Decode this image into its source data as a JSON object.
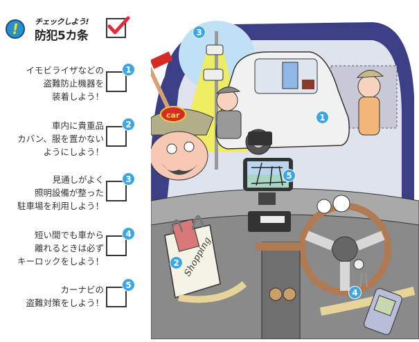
{
  "header": {
    "alert_icon": "exclamation-circle-icon",
    "subtitle": "チェックしよう!",
    "title": "防犯5カ条",
    "check_icon": "checkmark-box-icon",
    "colors": {
      "alert_blue": "#2a8fd0",
      "alert_yellow": "#f5e400",
      "check_red": "#e8283a"
    }
  },
  "checklist": [
    {
      "number": "1",
      "lines": [
        "イモビライザなどの",
        "盗難防止機器を",
        "装着しよう！"
      ]
    },
    {
      "number": "2",
      "lines": [
        "車内に貴重品",
        "カバン、服を置かない",
        "ようにしよう！"
      ]
    },
    {
      "number": "3",
      "lines": [
        "見通しがよく",
        "照明設備が整った",
        "駐車場を利用しよう！"
      ]
    },
    {
      "number": "4",
      "lines": [
        "短い間でも車から",
        "離れるときは必ず",
        "キーロックをしよう！"
      ]
    },
    {
      "number": "5",
      "lines": [
        "カーナビの",
        "盗難対策をしよう！"
      ]
    }
  ],
  "illustration": {
    "description": "Car interior view through windshield: thieves breaking into a parked car at night, shopping bag on seat, keys left in ignition, car navigation unit",
    "bag_text": "Shopping",
    "cap_text": "car",
    "badges": [
      "1",
      "2",
      "3",
      "4",
      "5"
    ],
    "colors": {
      "badge_blue": "#3aa6e4",
      "night_sky": "#3d3f86",
      "light_beam": "#f3ee4a",
      "interior_gray": "#8a8a8a"
    }
  }
}
